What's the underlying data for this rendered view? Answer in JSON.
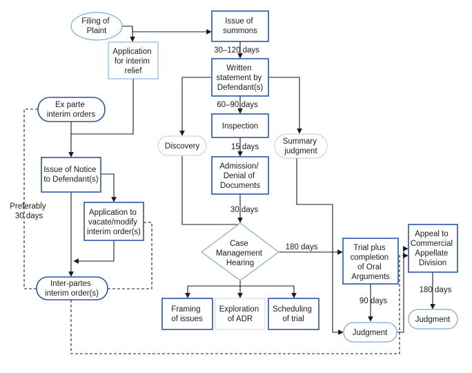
{
  "nodes": {
    "filing_of_plaint": [
      "Filing of",
      "Plaint"
    ],
    "application_interim_relief": [
      "Application",
      "for interim",
      "relief"
    ],
    "ex_parte_orders": [
      "Ex parte",
      "interim orders"
    ],
    "issue_of_notice": [
      "Issue of Notice",
      "to Defendant(s)"
    ],
    "application_vacate": [
      "Application to",
      "vacate/modify",
      "interim order(s)"
    ],
    "inter_partes_orders": [
      "Inter-partes",
      "interim order(s)"
    ],
    "issue_of_summons": [
      "Issue of",
      "summons"
    ],
    "written_statement": [
      "Written",
      "statement by",
      "Defendant(s)"
    ],
    "discovery": [
      "Discovery"
    ],
    "inspection": [
      "Inspection"
    ],
    "summary_judgment": [
      "Summary",
      "judgment"
    ],
    "admission_denial": [
      "Admission/",
      "Denial of",
      "Documents"
    ],
    "case_management": [
      "Case",
      "Management",
      "Hearing"
    ],
    "framing_of_issues": [
      "Framing",
      "of issues"
    ],
    "exploration_adr": [
      "Exploration",
      "of ADR"
    ],
    "scheduling_trial": [
      "Scheduling",
      "of trial"
    ],
    "trial_plus": [
      "Trial plus",
      "completion",
      "of Oral",
      "Arguments"
    ],
    "judgment_main": [
      "Judgment"
    ],
    "appeal": [
      "Appeal to",
      "Commercial",
      "Appellate",
      "Division"
    ],
    "judgment_appeal": [
      "Judgment"
    ]
  },
  "edge_labels": {
    "summons_to_ws": "30–120 days",
    "ws_to_inspection": "60–90 days",
    "inspection_to_admission": "15 days",
    "admission_to_cmh": "30 days",
    "cmh_to_trial": "180 days",
    "trial_to_judgment": "90 days",
    "appeal_to_judgment": "180 days",
    "preferably": [
      "Preferably",
      "30 days"
    ]
  }
}
